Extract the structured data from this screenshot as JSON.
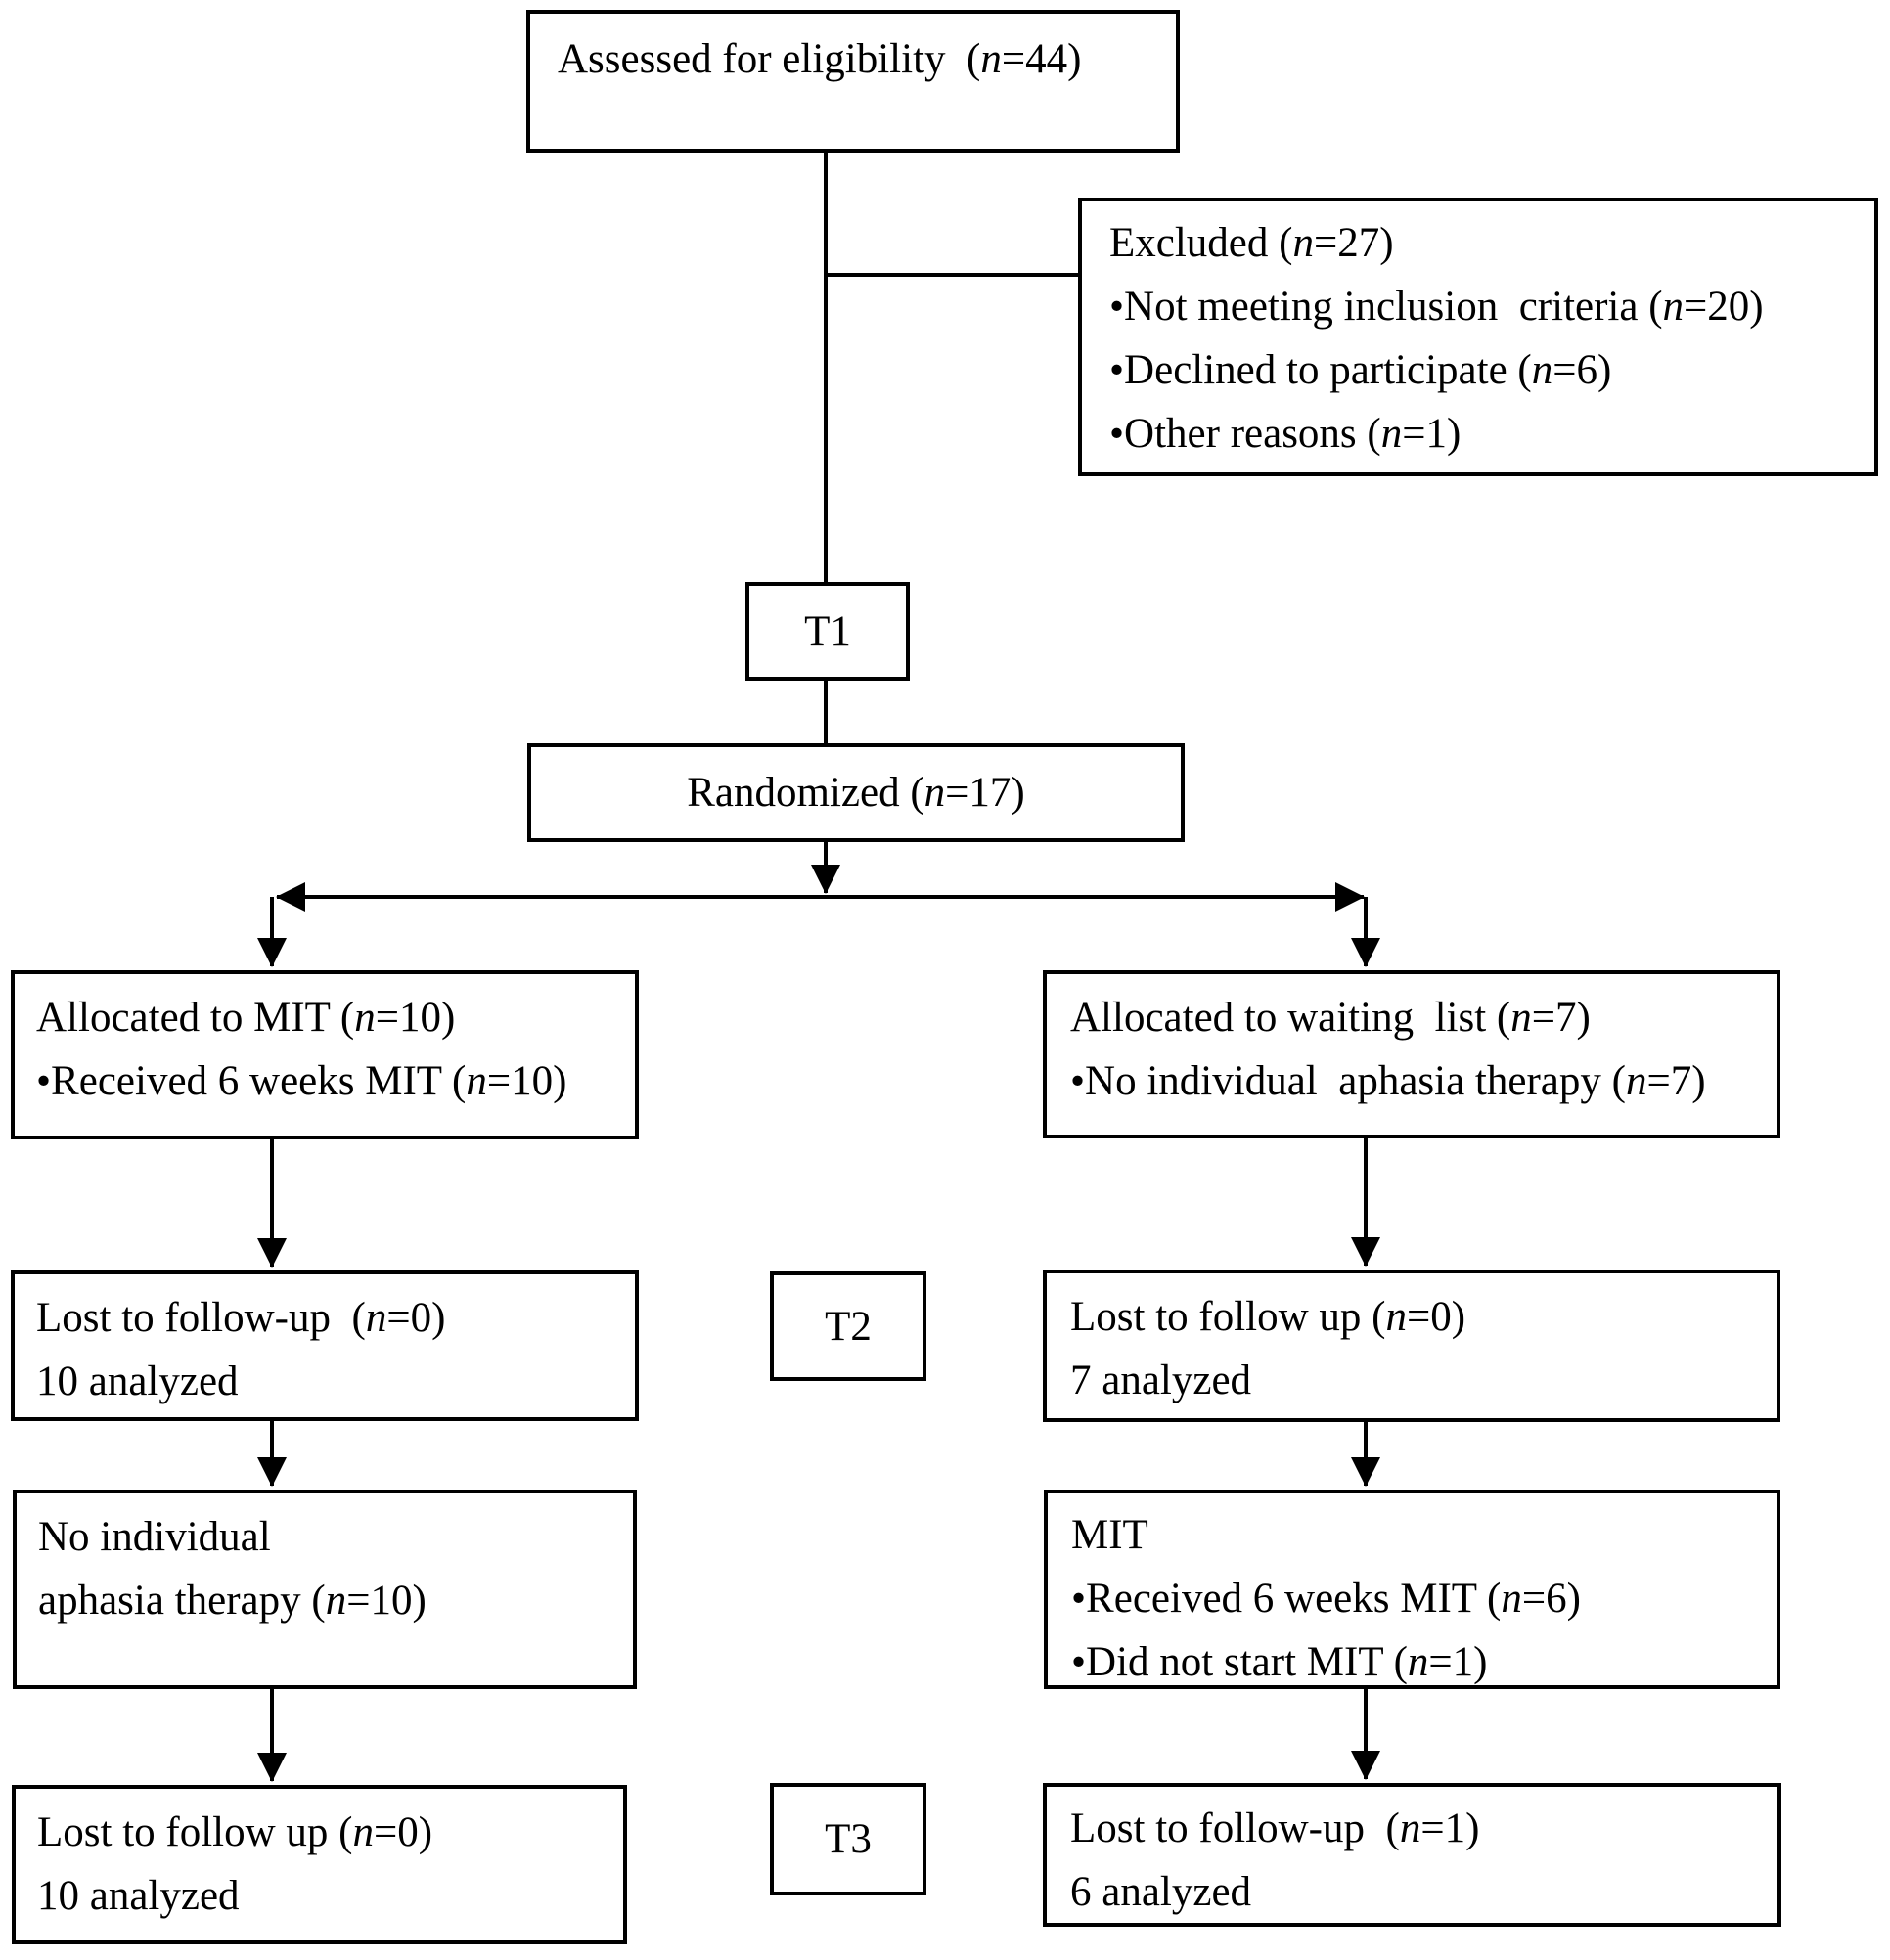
{
  "colors": {
    "line": "#000000",
    "text": "#000000",
    "background": "#ffffff"
  },
  "boxes": {
    "assessed": {
      "lines": [
        "Assessed for eligibility  (n=44)"
      ]
    },
    "excluded": {
      "lines": [
        "Excluded (n=27)",
        "•Not meeting inclusion  criteria (n=20)",
        "•Declined to participate (n=6)",
        "•Other reasons (n=1)"
      ]
    },
    "t1": {
      "label": "T1"
    },
    "randomized": {
      "lines": [
        "Randomized (n=17)"
      ]
    },
    "allocated_mit": {
      "lines": [
        "Allocated to MIT (n=10)",
        "•Received 6 weeks MIT (n=10)"
      ]
    },
    "allocated_waiting": {
      "lines": [
        "Allocated to waiting  list (n=7)",
        "•No individual  aphasia therapy (n=7)"
      ]
    },
    "lost_t2_mit": {
      "lines": [
        "Lost to follow-up  (n=0)",
        "10 analyzed"
      ]
    },
    "t2": {
      "label": "T2"
    },
    "lost_t2_waiting": {
      "lines": [
        "Lost to follow up (n=0)",
        "7 analyzed"
      ]
    },
    "no_individual_therapy": {
      "lines": [
        "No individual",
        "aphasia therapy (n=10)"
      ]
    },
    "mit_after_waiting": {
      "lines": [
        "MIT",
        "•Received 6 weeks MIT (n=6)",
        "•Did not start MIT (n=1)"
      ]
    },
    "lost_t3_mit": {
      "lines": [
        "Lost to follow up (n=0)",
        "10 analyzed"
      ]
    },
    "t3": {
      "label": "T3"
    },
    "lost_t3_waiting": {
      "lines": [
        "Lost to follow-up  (n=1)",
        "6 analyzed"
      ]
    }
  }
}
